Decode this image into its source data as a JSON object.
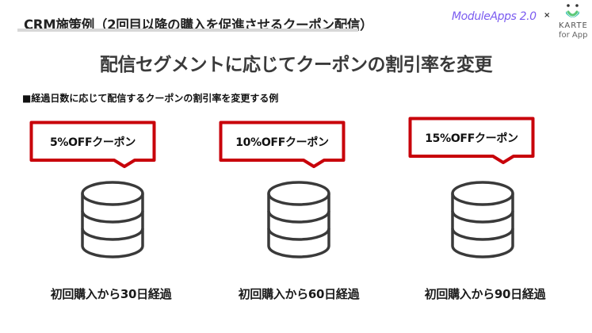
{
  "header": {
    "title": "CRM施策例（2回目以降の購入を促進させるクーポン配信）",
    "brand_module": "ModuleApps 2.0",
    "brand_separator": "×",
    "brand_karte": "KARTE",
    "brand_karte_sub": "for App"
  },
  "main": {
    "title": "配信セグメントに応じてクーポンの割引率を変更",
    "subtitle": "■経過日数に応じて配信するクーポンの割引率を変更する例"
  },
  "segments": [
    {
      "coupon_label": "5%OFFクーポン",
      "caption": "初回購入から30日経過",
      "icon": "database-icon"
    },
    {
      "coupon_label": "10%OFFクーポン",
      "caption": "初回購入から60日経過",
      "icon": "database-icon"
    },
    {
      "coupon_label": "15%OFFクーポン",
      "caption": "初回購入から90日経過",
      "icon": "database-icon"
    }
  ],
  "colors": {
    "accent_red": "#c8000a",
    "brand_purple": "#7b5cf0",
    "karte_teal": "#3cc4b4",
    "icon_stroke": "#3a3a3a",
    "rule_gray": "#d7d7d7"
  }
}
